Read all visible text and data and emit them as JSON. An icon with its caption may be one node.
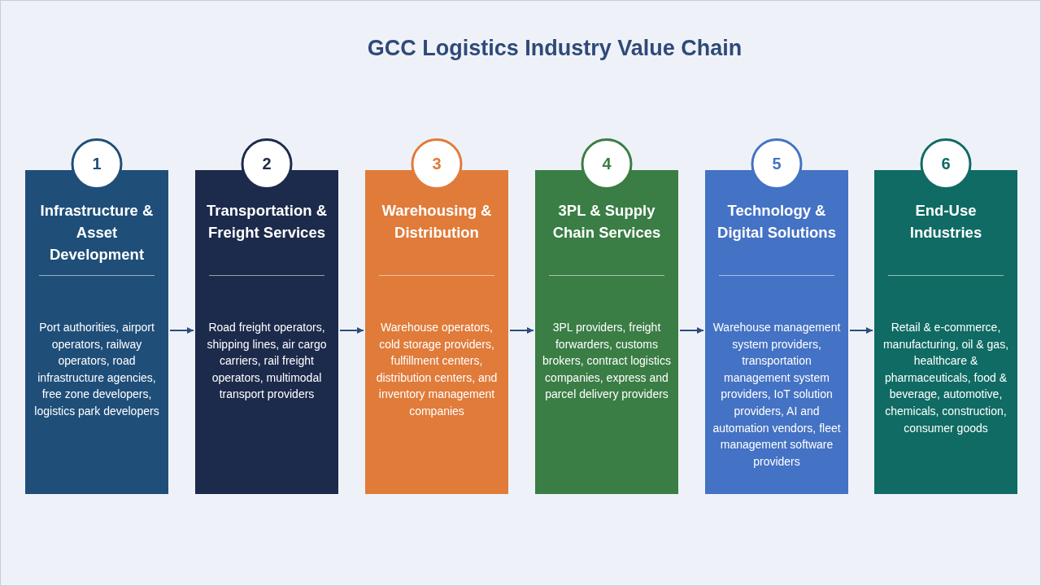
{
  "diagram": {
    "title": "GCC Logistics Industry Value Chain",
    "nodes": [
      {
        "text": [
          "1",
          "Infrastructure & Asset Development",
          "Port authorities, airport operators, railway operators, road infrastructure agencies, free zone developers, logistics park developers"
        ]
      },
      {
        "text": [
          "2",
          "Transportation & Freight Services",
          "Road freight operators, shipping lines, air cargo carriers, rail freight operators, multimodal transport providers"
        ]
      },
      {
        "text": [
          "3",
          "Warehousing & Distribution",
          "Warehouse operators, cold storage providers, fulfillment centers, distribution centers, and inventory management companies"
        ]
      },
      {
        "text": [
          "4",
          "3PL & Supply Chain Services",
          "3PL providers, freight forwarders, customs brokers, contract logistics companies, express and parcel delivery providers"
        ]
      },
      {
        "text": [
          "5",
          "Technology & Digital Solutions",
          "Warehouse management system providers, transportation management system providers, IoT solution providers, AI and automation vendors, fleet management software providers"
        ]
      },
      {
        "text": [
          "6",
          "End-Use Industries",
          "Retail & e-commerce, manufacturing, oil & gas, healthcare & pharmaceuticals, food & beverage, automotive, chemicals, construction, consumer goods"
        ]
      }
    ],
    "edges": [
      {
        "from": 0,
        "to": 1,
        "arrow": "to"
      },
      {
        "from": 1,
        "to": 2,
        "arrow": "to"
      },
      {
        "from": 2,
        "to": 3,
        "arrow": "to"
      },
      {
        "from": 3,
        "to": 4,
        "arrow": "to"
      },
      {
        "from": 4,
        "to": 5,
        "arrow": "to"
      }
    ]
  }
}
